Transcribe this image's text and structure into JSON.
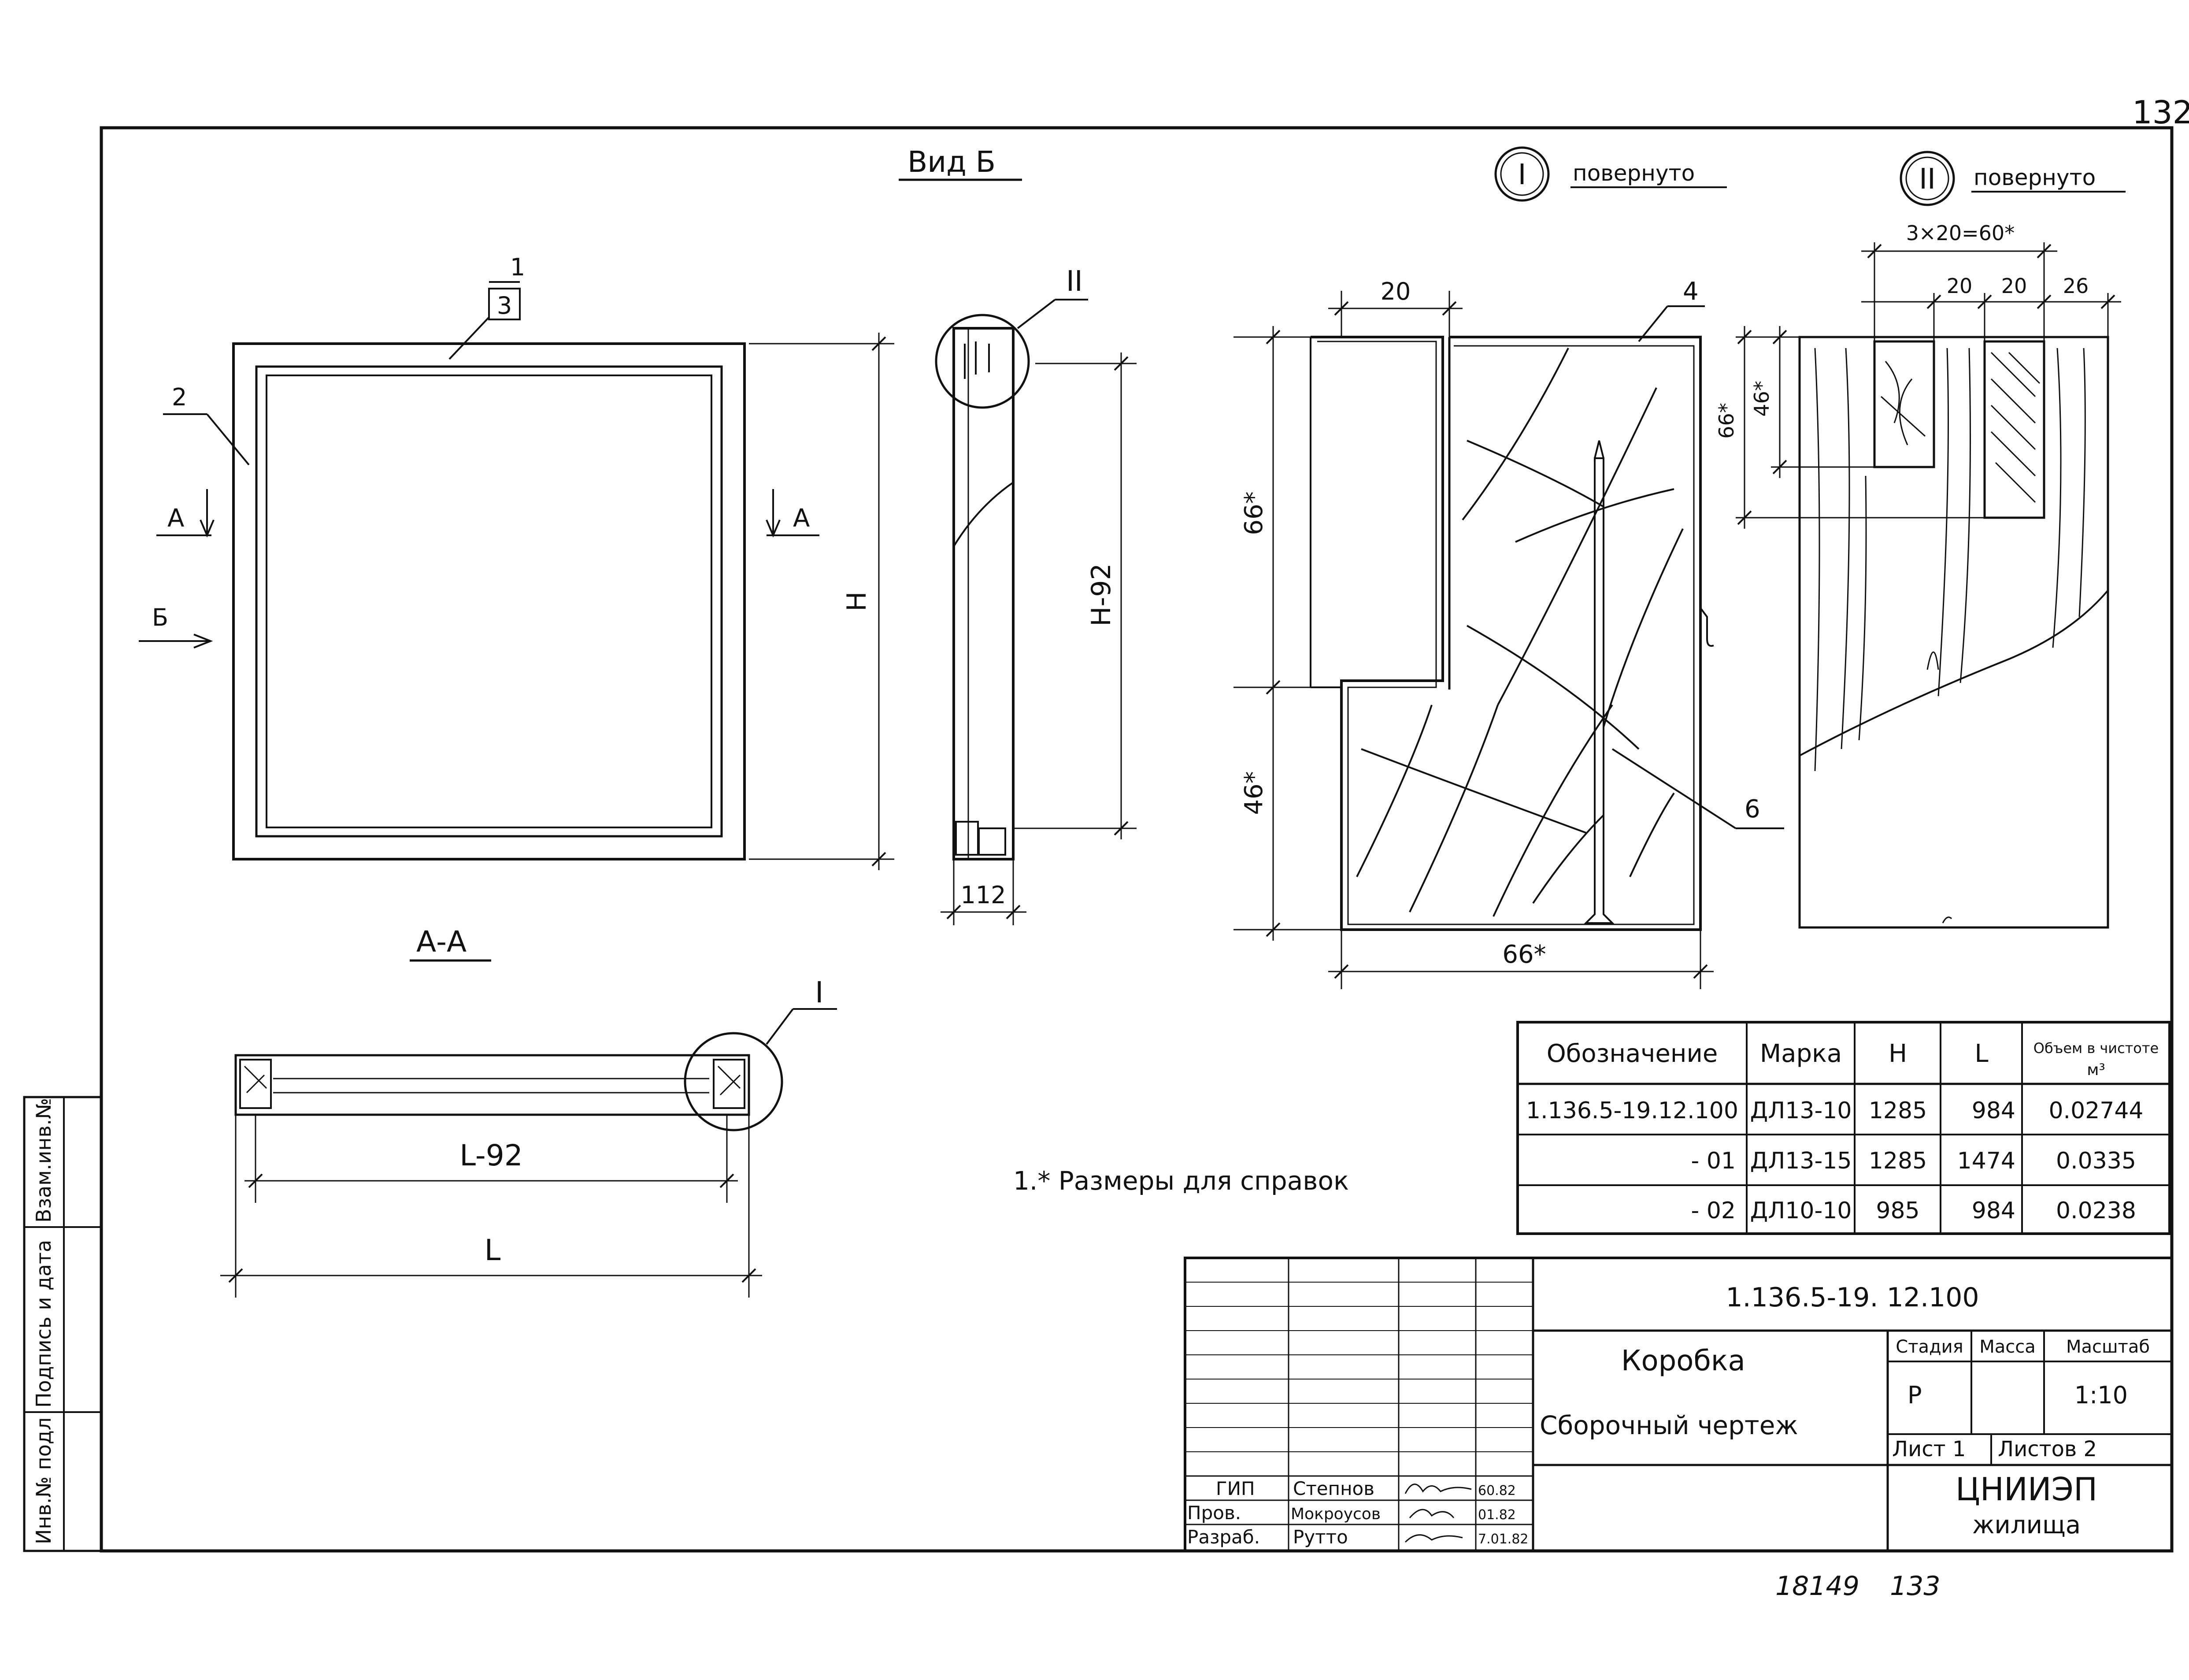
{
  "page_number": "132",
  "bottom_handwritten": {
    "left": "18149",
    "right": "133"
  },
  "views": {
    "vid_b": "Вид Б",
    "callout_i": {
      "mark": "I",
      "label": "повернуто"
    },
    "callout_ii": {
      "mark": "II",
      "label": "повернуто"
    },
    "section_aa": "А-А"
  },
  "front_view": {
    "pos_1": "1",
    "pos_3": "3",
    "pos_2": "2",
    "cut_a_left": "А",
    "cut_a_right": "А",
    "view_b_arrow": "Б",
    "dim_h": "H"
  },
  "side_view": {
    "callout": "II",
    "dim_h92": "H-92",
    "dim_112": "112"
  },
  "detail_i": {
    "dim_20": "20",
    "dim_66_left": "66*",
    "dim_46_left": "46*",
    "dim_66_bottom": "66*",
    "pos_4": "4",
    "pos_6": "6"
  },
  "detail_ii": {
    "dim_3x20": "3×20=60*",
    "dim_20a": "20",
    "dim_20b": "20",
    "dim_26": "26",
    "dim_66": "66*",
    "dim_46": "46*"
  },
  "section": {
    "callout": "I",
    "dim_l92": "L-92",
    "dim_l": "L"
  },
  "note": "1.* Размеры для справок",
  "spec_table": {
    "headers": [
      "Обозначение",
      "Марка",
      "H",
      "L",
      "Объем в чистоте",
      "м³"
    ],
    "rows": [
      [
        "1.136.5-19.12.100",
        "ДЛ13-10",
        "1285",
        "984",
        "0.02744"
      ],
      [
        "- 01",
        "ДЛ13-15",
        "1285",
        "1474",
        "0.0335"
      ],
      [
        "- 02",
        "ДЛ10-10",
        "985",
        "984",
        "0.0238"
      ]
    ]
  },
  "title_block": {
    "code": "1.136.5-19. 12.100",
    "name_line1": "Коробка",
    "name_line2": "Сборочный чертеж",
    "stage_label": "Стадия",
    "mass_label": "Масса",
    "scale_label": "Масштаб",
    "stage": "Р",
    "scale": "1:10",
    "sheet_label": "Лист 1",
    "sheets_label": "Листов 2",
    "org_line1": "ЦНИИЭП",
    "org_line2": "жилища",
    "roles": [
      {
        "role": "ГИП",
        "name": "Степнов",
        "date": "60.82"
      },
      {
        "role": "Пров.",
        "name": "Мокроусов",
        "date": "01.82"
      },
      {
        "role": "Разраб.",
        "name": "Рутто",
        "date": "7.01.82"
      }
    ]
  },
  "side_stamp": {
    "cell1": "Инв.№ подл",
    "cell2": "Подпись и дата",
    "cell3": "Взам.инв.№"
  }
}
